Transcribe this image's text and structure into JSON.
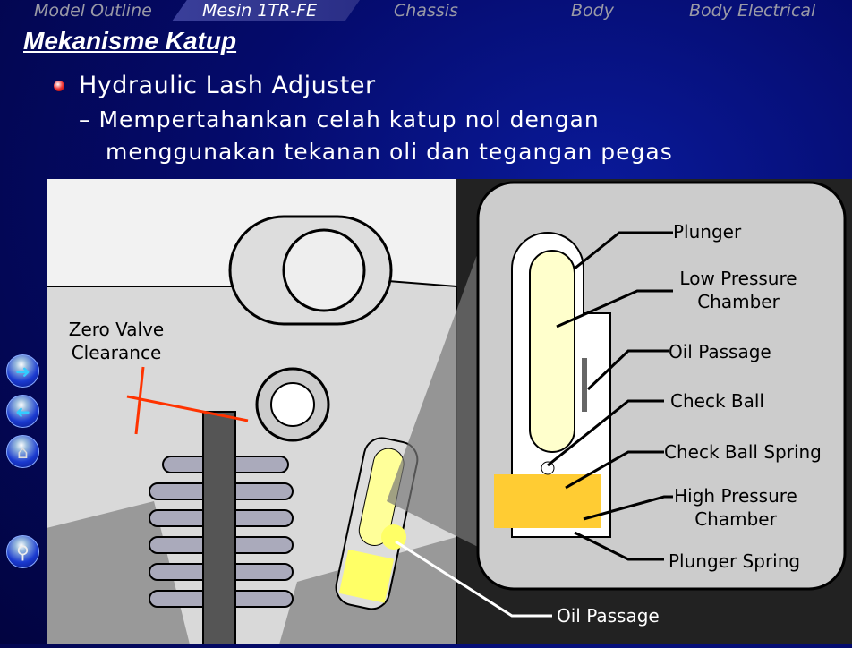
{
  "nav": {
    "tabs": [
      {
        "label": "Model Outline"
      },
      {
        "label": "Mesin 1TR-FE",
        "active": true
      },
      {
        "label": "Chassis"
      },
      {
        "label": "Body"
      },
      {
        "label": "Body Electrical"
      }
    ]
  },
  "slide": {
    "title": "Mekanisme Katup",
    "bullet": "Hydraulic Lash Adjuster",
    "sub": "– Mempertahankan celah katup nol dengan menggunakan tekanan oli dan tegangan pegas"
  },
  "figure": {
    "zero_clearance": "Zero Valve Clearance",
    "oil_passage_bottom": "Oil Passage",
    "callouts": [
      "Plunger",
      "Low Pressure Chamber",
      "Oil Passage",
      "Check Ball",
      "Check Ball Spring",
      "High Pressure Chamber",
      "Plunger Spring"
    ]
  },
  "sidebar": {
    "buttons": [
      "next-icon",
      "previous-icon",
      "home-icon",
      "search-icon"
    ]
  }
}
